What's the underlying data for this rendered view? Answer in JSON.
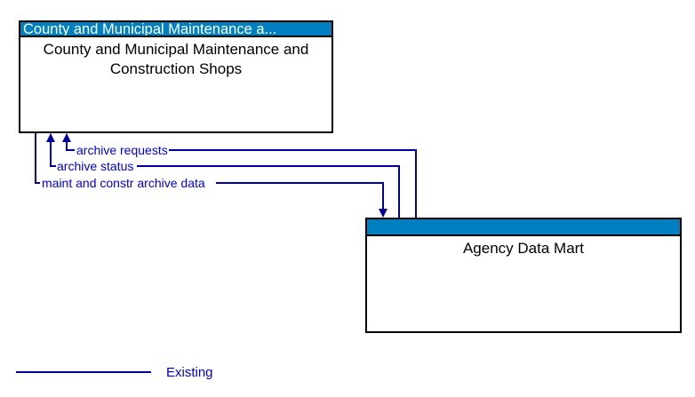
{
  "entities": [
    {
      "id": "county-shops",
      "title_bar_text": "County and Municipal Maintenance a...",
      "body_text": "County and Municipal Maintenance and Construction Shops",
      "header_color": "#0080C0"
    },
    {
      "id": "agency-data-mart",
      "title_bar_text": "",
      "body_text": "Agency Data Mart",
      "header_color": "#0080C0"
    }
  ],
  "flows": [
    {
      "label": "archive requests",
      "from": "Agency Data Mart",
      "to": "County and Municipal Maintenance and Construction Shops",
      "status": "Existing"
    },
    {
      "label": "archive status",
      "from": "Agency Data Mart",
      "to": "County and Municipal Maintenance and Construction Shops",
      "status": "Existing"
    },
    {
      "label": "maint and constr archive data",
      "from": "County and Municipal Maintenance and Construction Shops",
      "to": "Agency Data Mart",
      "status": "Existing"
    }
  ],
  "legend": {
    "line_label": "Existing"
  },
  "colors": {
    "header_blue": "#0080C0",
    "connector_navy": "#00009C",
    "flow_label_blue": "#0000E8",
    "legend_text_blue": "#0000CC",
    "box_border": "#000000"
  }
}
